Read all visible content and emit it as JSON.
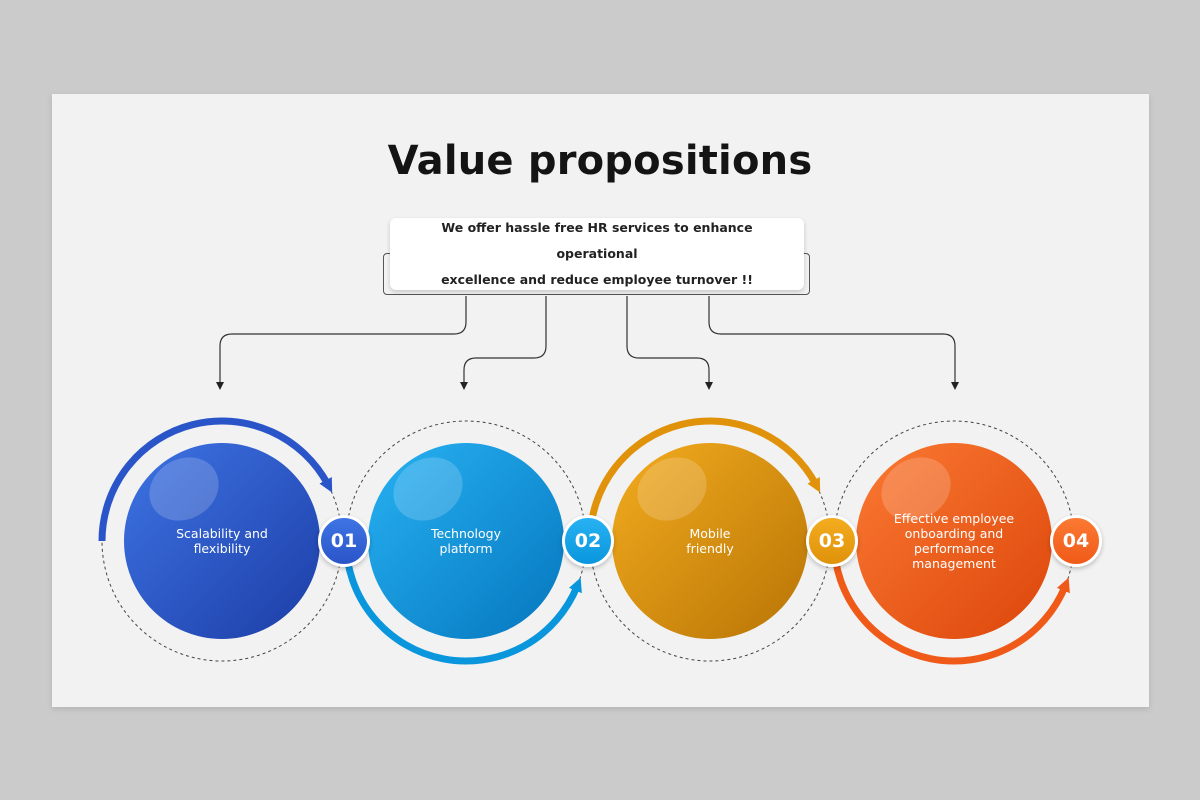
{
  "title": "Value propositions",
  "callout": {
    "line1": "We offer hassle free HR services to enhance operational",
    "line2": "excellence and reduce employee turnover !!"
  },
  "steps": [
    {
      "number": "01",
      "lines": [
        "Scalability and",
        "flexibility"
      ],
      "color": "#2a55c9",
      "color_light": "#3e74e4",
      "color_dark": "#1c3da6"
    },
    {
      "number": "02",
      "lines": [
        "Technology",
        "platform"
      ],
      "color": "#0a96dd",
      "color_light": "#28b2f3",
      "color_dark": "#0576be"
    },
    {
      "number": "03",
      "lines": [
        "Mobile",
        "friendly"
      ],
      "color": "#e0920a",
      "color_light": "#f3ac1f",
      "color_dark": "#b87405"
    },
    {
      "number": "04",
      "lines": [
        "Effective employee",
        "onboarding and",
        "performance",
        "management"
      ],
      "color": "#f05a18",
      "color_light": "#fb7a33",
      "color_dark": "#dc450a"
    }
  ]
}
